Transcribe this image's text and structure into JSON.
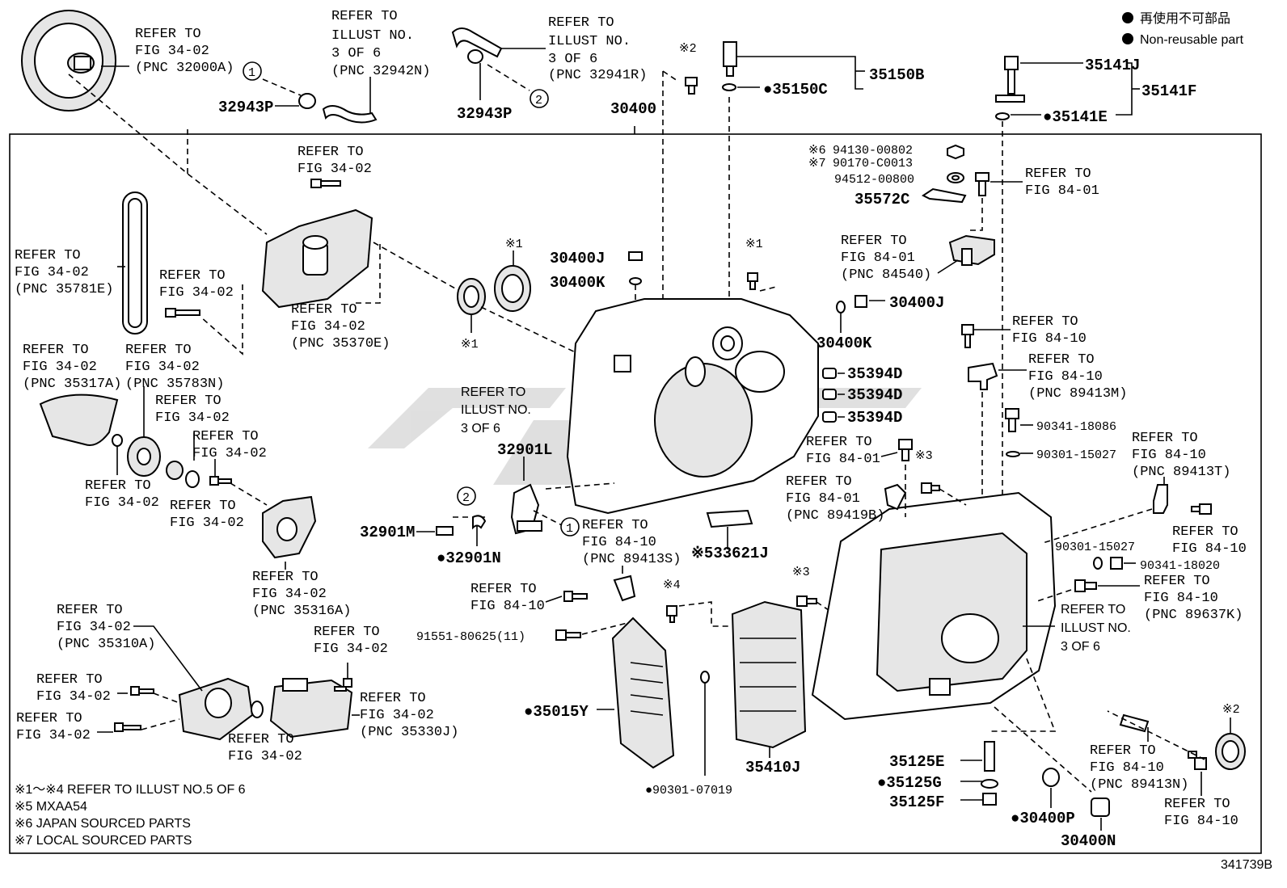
{
  "figure_id": "341739B",
  "legend": {
    "jp": "再使用不可部品",
    "en": "Non-reusable part"
  },
  "footnotes": [
    "※1～※4 REFER TO ILLUST NO.5 OF 6",
    "※5 MXAA54",
    "※6 JAPAN SOURCED PARTS",
    "※7 LOCAL SOURCED PARTS"
  ],
  "parts": {
    "p30400": "30400",
    "p32943P_a": "32943P",
    "p32943P_b": "32943P",
    "p35150B": "35150B",
    "p35150C": "●35150C",
    "p35141J": "35141J",
    "p35141F": "35141F",
    "p35141E": "●35141E",
    "p94130": "94130-00802",
    "p90170": "90170-C0013",
    "p94512": "94512-00800",
    "p35572C": "35572C",
    "p30400J_a": "30400J",
    "p30400K_a": "30400K",
    "p30400J_b": "30400J",
    "p30400K_b": "30400K",
    "p35394D_a": "35394D",
    "p35394D_b": "35394D",
    "p35394D_c": "35394D",
    "p32901L": "32901L",
    "p32901M": "32901M",
    "p32901N": "●32901N",
    "p33621J": "※533621J",
    "p90341_18086": "90341-18086",
    "p90301_15027_a": "90301-15027",
    "p90301_15027_b": "90301-15027",
    "p90341_18020": "90341-18020",
    "p91551": "91551-80625(11)",
    "p35015Y": "●35015Y",
    "p90301_07019": "●90301-07019",
    "p35410J": "35410J",
    "p35125E": "35125E",
    "p35125G": "●35125G",
    "p35125F": "35125F",
    "p30400P": "●30400P",
    "p30400N": "30400N"
  },
  "marks": {
    "m2_top": "※2",
    "m1_seal": "※1",
    "m1_seal_b": "※1",
    "m1_bolt": "※1",
    "m3_a": "※3",
    "m3_b": "※3",
    "m4": "※4",
    "m2_br": "※2",
    "m6": "※6",
    "m7": "※7",
    "circ1_a": "1",
    "circ2_a": "2",
    "circ2_b": "2",
    "circ1_b": "1"
  },
  "refs": [
    [
      "REFER TO",
      "FIG 34-02",
      "(PNC 32000A)"
    ],
    [
      "REFER TO",
      "ILLUST NO.",
      "3 OF 6",
      "(PNC 32942N)"
    ],
    [
      "REFER TO",
      "ILLUST NO.",
      "3 OF 6",
      "(PNC 32941R)"
    ],
    [
      "REFER TO",
      "FIG 34-02"
    ],
    [
      "REFER TO",
      "FIG 34-02",
      "(PNC 35781E)"
    ],
    [
      "REFER TO",
      "FIG 34-02"
    ],
    [
      "REFER TO",
      "FIG 34-02",
      "(PNC 35370E)"
    ],
    [
      "REFER TO",
      "FIG 34-02",
      "(PNC 35317A)"
    ],
    [
      "REFER TO",
      "FIG 34-02",
      "(PNC 35783N)"
    ],
    [
      "REFER TO",
      "FIG 34-02"
    ],
    [
      "REFER TO",
      "FIG 34-02"
    ],
    [
      "REFER TO",
      "FIG 34-02"
    ],
    [
      "REFER TO",
      "FIG 34-02"
    ],
    [
      "REFER TO",
      "FIG 34-02",
      "(PNC 35316A)"
    ],
    [
      "REFER TO",
      "FIG 34-02",
      "(PNC 35310A)"
    ],
    [
      "REFER TO",
      "FIG 34-02"
    ],
    [
      "REFER TO",
      "FIG 34-02"
    ],
    [
      "REFER TO",
      "FIG 34-02"
    ],
    [
      "REFER TO",
      "FIG 34-02",
      "(PNC 35330J)"
    ],
    [
      "REFER TO",
      "FIG 34-02"
    ],
    [
      "REFER TO",
      "ILLUST NO.",
      "3 OF 6"
    ],
    [
      "REFER TO",
      "FIG 84-10",
      "(PNC 89413S)"
    ],
    [
      "REFER TO",
      "FIG 84-10"
    ],
    [
      "REFER TO",
      "FIG 84-01"
    ],
    [
      "REFER TO",
      "FIG 84-01",
      "(PNC 84540)"
    ],
    [
      "REFER TO",
      "FIG 84-10"
    ],
    [
      "REFER TO",
      "FIG 84-10",
      "(PNC 89413M)"
    ],
    [
      "REFER TO",
      "FIG 84-01"
    ],
    [
      "REFER TO",
      "FIG 84-01",
      "(PNC 89419B)"
    ],
    [
      "REFER TO",
      "FIG 84-10",
      "(PNC 89413T)"
    ],
    [
      "REFER TO",
      "FIG 84-10"
    ],
    [
      "REFER TO",
      "FIG 84-10",
      "(PNC 89637K)"
    ],
    [
      "REFER TO",
      "ILLUST NO.",
      "3 OF 6"
    ],
    [
      "REFER TO",
      "FIG 84-10",
      "(PNC 89413N)"
    ],
    [
      "REFER TO",
      "FIG 84-10"
    ]
  ]
}
